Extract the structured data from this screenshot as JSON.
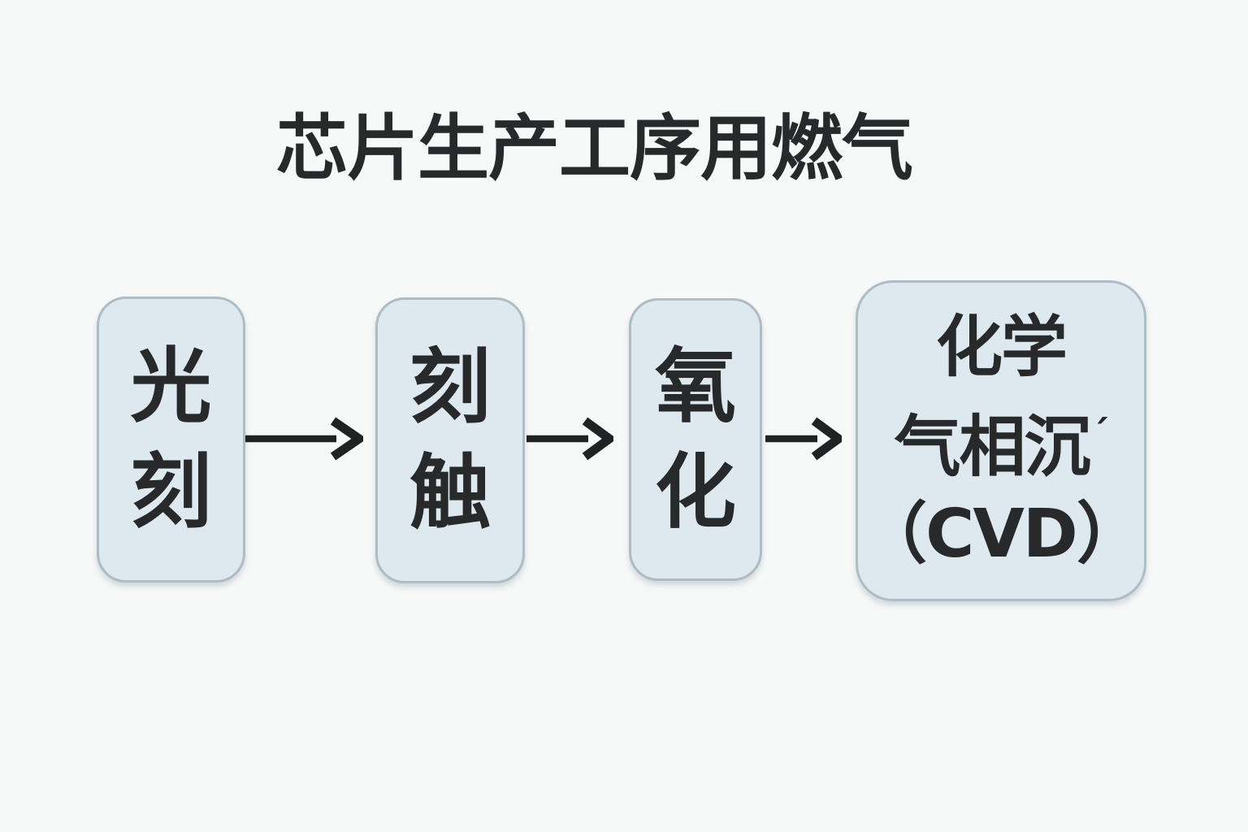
{
  "title": "芯片生产工序用燃气",
  "flow": {
    "direction": "left-to-right",
    "connector": "arrow-right",
    "steps": [
      {
        "id": "lithography",
        "label": "光刻",
        "lines": [
          "光",
          "刻"
        ]
      },
      {
        "id": "etching",
        "label": "刻触",
        "lines": [
          "刻",
          "触"
        ]
      },
      {
        "id": "oxidation",
        "label": "氧化",
        "lines": [
          "氧",
          "化"
        ]
      },
      {
        "id": "cvd",
        "label": "化学气相沉（CVD）",
        "lines": [
          "化学",
          "气相沉",
          "（CVD）"
        ],
        "stray_mark": "ˊ"
      }
    ]
  },
  "colors": {
    "background": "#f7f8f8",
    "box_fill": "#dde9ef",
    "box_border": "#aebdc5",
    "text": "#27292b",
    "arrow": "#202224"
  }
}
